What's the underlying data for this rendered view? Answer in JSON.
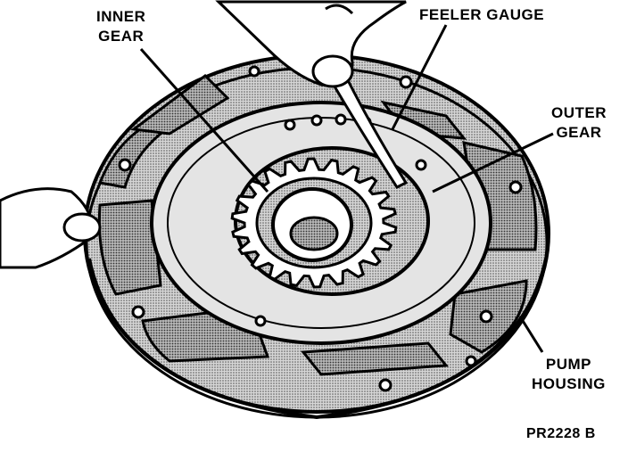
{
  "labels": {
    "inner_gear": [
      "INNER",
      "GEAR"
    ],
    "feeler_gauge": "FEELER GAUGE",
    "outer_gear": [
      "OUTER",
      "GEAR"
    ],
    "pump_housing": [
      "PUMP",
      "HOUSING"
    ],
    "figure_code": "PR2228 B"
  },
  "colors": {
    "ink": "#000000",
    "paper": "#ffffff",
    "halftone": "#c8c8c8"
  }
}
